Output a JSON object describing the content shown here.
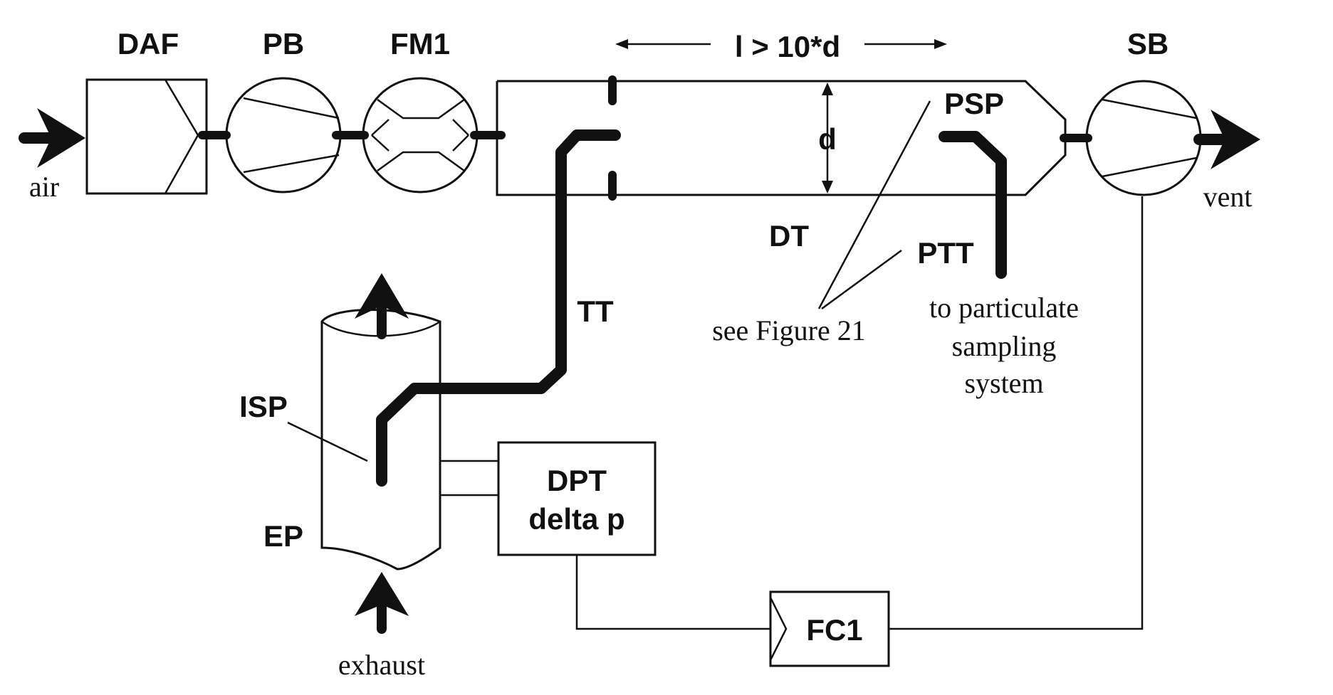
{
  "labels": {
    "daf": "DAF",
    "pb": "PB",
    "fm1": "FM1",
    "length_condition": "l > 10*d",
    "sb": "SB",
    "air": "air",
    "vent": "vent",
    "diameter": "d",
    "psp": "PSP",
    "dt": "DT",
    "ptt": "PTT",
    "tt": "TT",
    "see_figure": "see Figure 21",
    "particulate_line1": "to particulate",
    "particulate_line2": "sampling",
    "particulate_line3": "system",
    "isp": "ISP",
    "ep": "EP",
    "dpt_line1": "DPT",
    "dpt_line2": "delta p",
    "fc1": "FC1",
    "exhaust": "exhaust"
  }
}
